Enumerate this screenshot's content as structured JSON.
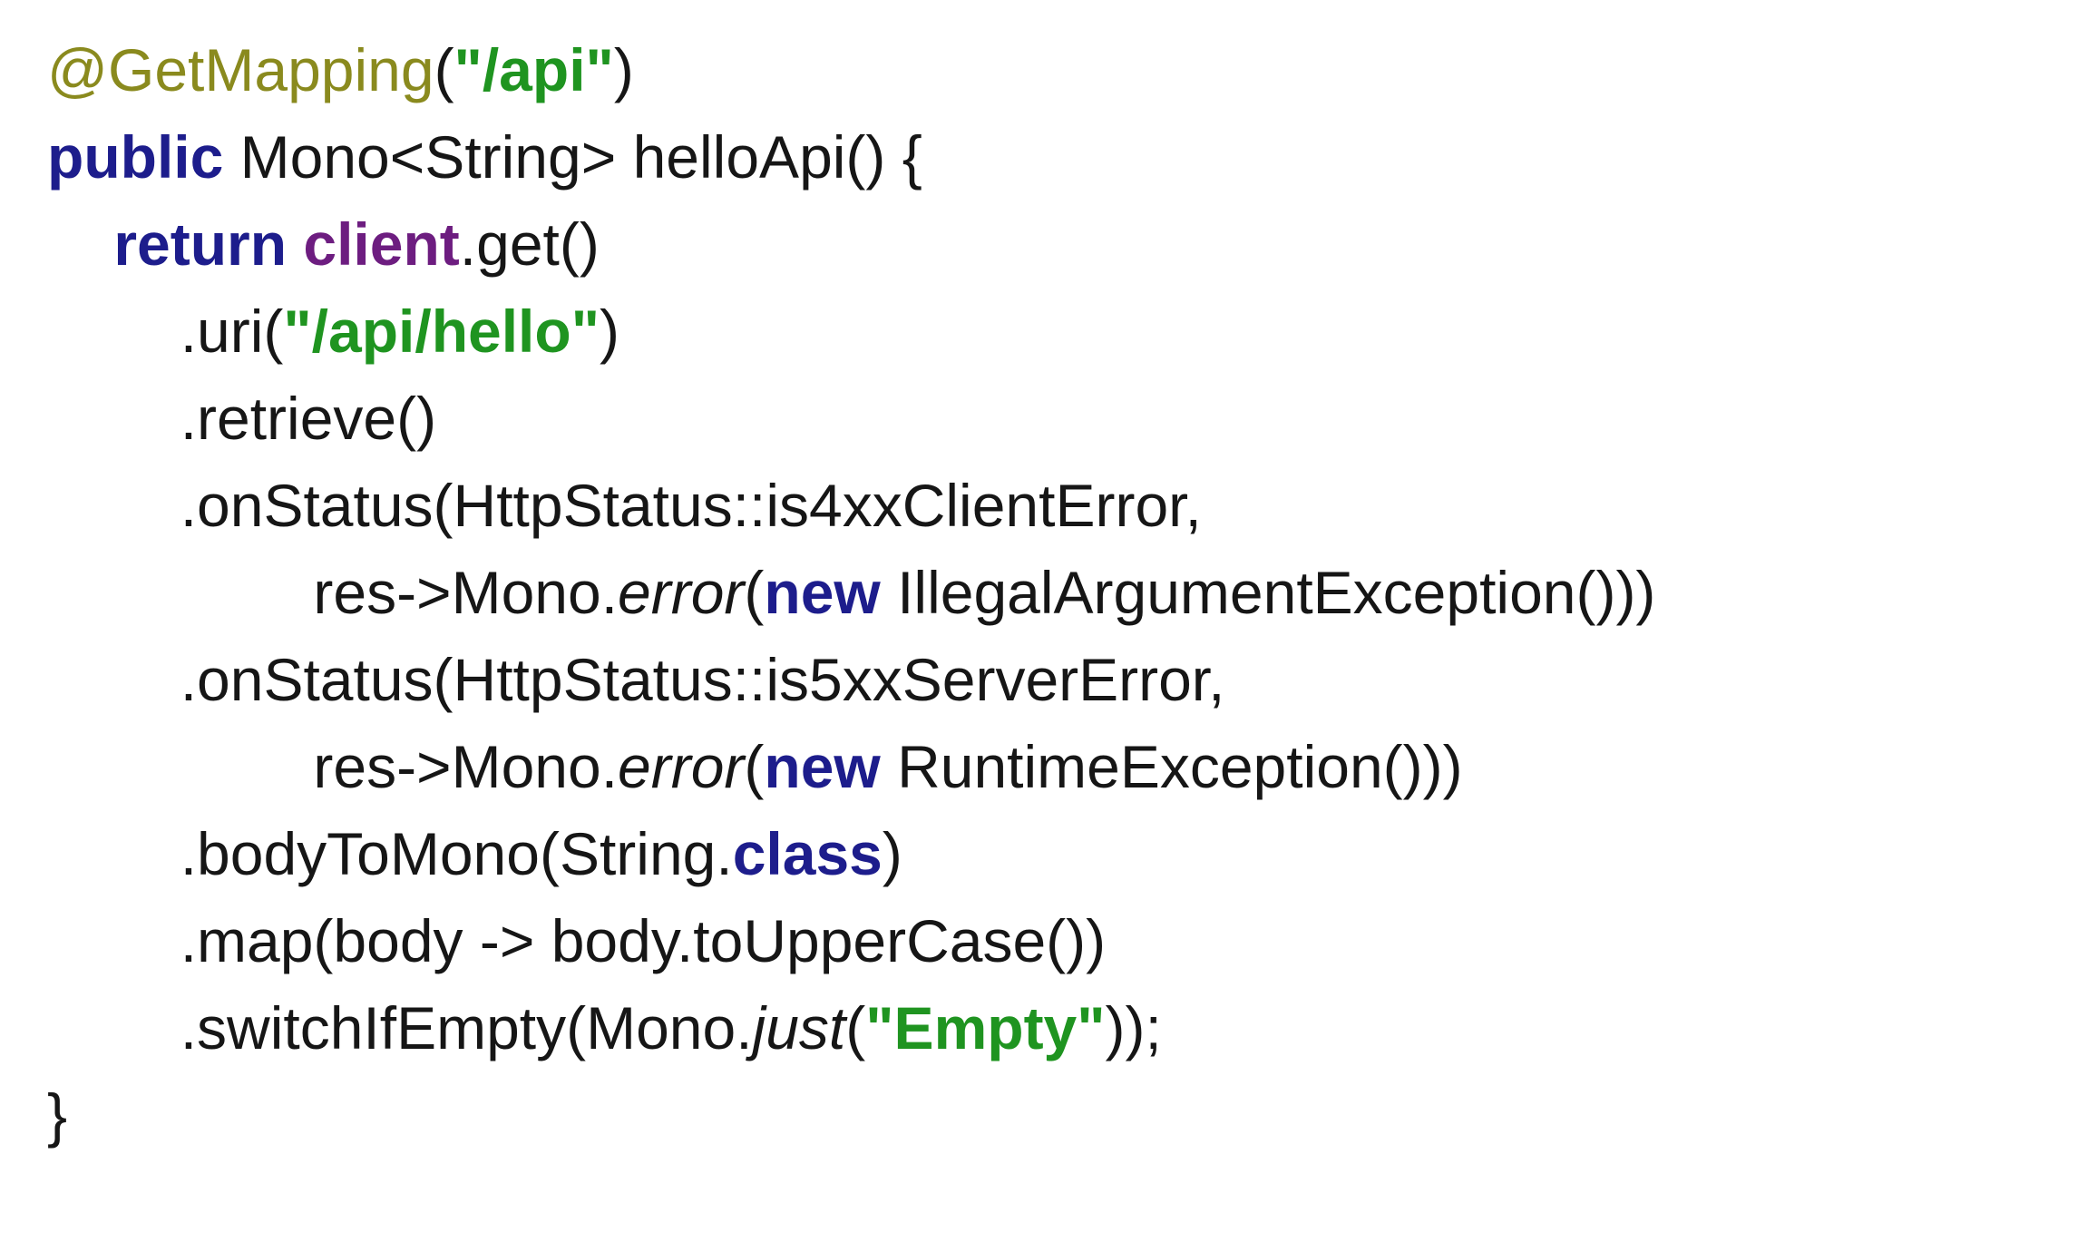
{
  "palette": {
    "plain": "#161616",
    "annotation": "#8a8a1e",
    "keyword": "#1d1d8c",
    "string": "#1f9420",
    "field": "#6d1d80"
  },
  "code": {
    "language": "java",
    "lines": [
      {
        "indent": 0,
        "segments": [
          {
            "text": "@GetMapping",
            "style": "annotation"
          },
          {
            "text": "(",
            "style": "plain"
          },
          {
            "text": "\"/api\"",
            "style": "string"
          },
          {
            "text": ")",
            "style": "plain"
          }
        ]
      },
      {
        "indent": 0,
        "segments": [
          {
            "text": "public",
            "style": "keyword"
          },
          {
            "text": " Mono<String> helloApi() {",
            "style": "plain"
          }
        ]
      },
      {
        "indent": 4,
        "segments": [
          {
            "text": "return",
            "style": "keyword"
          },
          {
            "text": " ",
            "style": "plain"
          },
          {
            "text": "client",
            "style": "field"
          },
          {
            "text": ".get()",
            "style": "plain"
          }
        ]
      },
      {
        "indent": 8,
        "segments": [
          {
            "text": ".uri(",
            "style": "plain"
          },
          {
            "text": "\"/api/hello\"",
            "style": "string"
          },
          {
            "text": ")",
            "style": "plain"
          }
        ]
      },
      {
        "indent": 8,
        "segments": [
          {
            "text": ".retrieve()",
            "style": "plain"
          }
        ]
      },
      {
        "indent": 8,
        "segments": [
          {
            "text": ".onStatus(HttpStatus::is4xxClientError,",
            "style": "plain"
          }
        ]
      },
      {
        "indent": 16,
        "segments": [
          {
            "text": "res->Mono.",
            "style": "plain"
          },
          {
            "text": "error",
            "style": "italic"
          },
          {
            "text": "(",
            "style": "plain"
          },
          {
            "text": "new",
            "style": "keyword"
          },
          {
            "text": " IllegalArgumentException()))",
            "style": "plain"
          }
        ]
      },
      {
        "indent": 8,
        "segments": [
          {
            "text": ".onStatus(HttpStatus::is5xxServerError,",
            "style": "plain"
          }
        ]
      },
      {
        "indent": 16,
        "segments": [
          {
            "text": "res->Mono.",
            "style": "plain"
          },
          {
            "text": "error",
            "style": "italic"
          },
          {
            "text": "(",
            "style": "plain"
          },
          {
            "text": "new",
            "style": "keyword"
          },
          {
            "text": " RuntimeException()))",
            "style": "plain"
          }
        ]
      },
      {
        "indent": 8,
        "segments": [
          {
            "text": ".bodyToMono(String.",
            "style": "plain"
          },
          {
            "text": "class",
            "style": "keyword"
          },
          {
            "text": ")",
            "style": "plain"
          }
        ]
      },
      {
        "indent": 8,
        "segments": [
          {
            "text": ".map(body -> body.toUpperCase())",
            "style": "plain"
          }
        ]
      },
      {
        "indent": 8,
        "segments": [
          {
            "text": ".switchIfEmpty(Mono.",
            "style": "plain"
          },
          {
            "text": "just",
            "style": "italic"
          },
          {
            "text": "(",
            "style": "plain"
          },
          {
            "text": "\"Empty\"",
            "style": "string"
          },
          {
            "text": "));",
            "style": "plain"
          }
        ]
      },
      {
        "indent": 0,
        "segments": [
          {
            "text": "}",
            "style": "plain"
          }
        ]
      }
    ]
  }
}
